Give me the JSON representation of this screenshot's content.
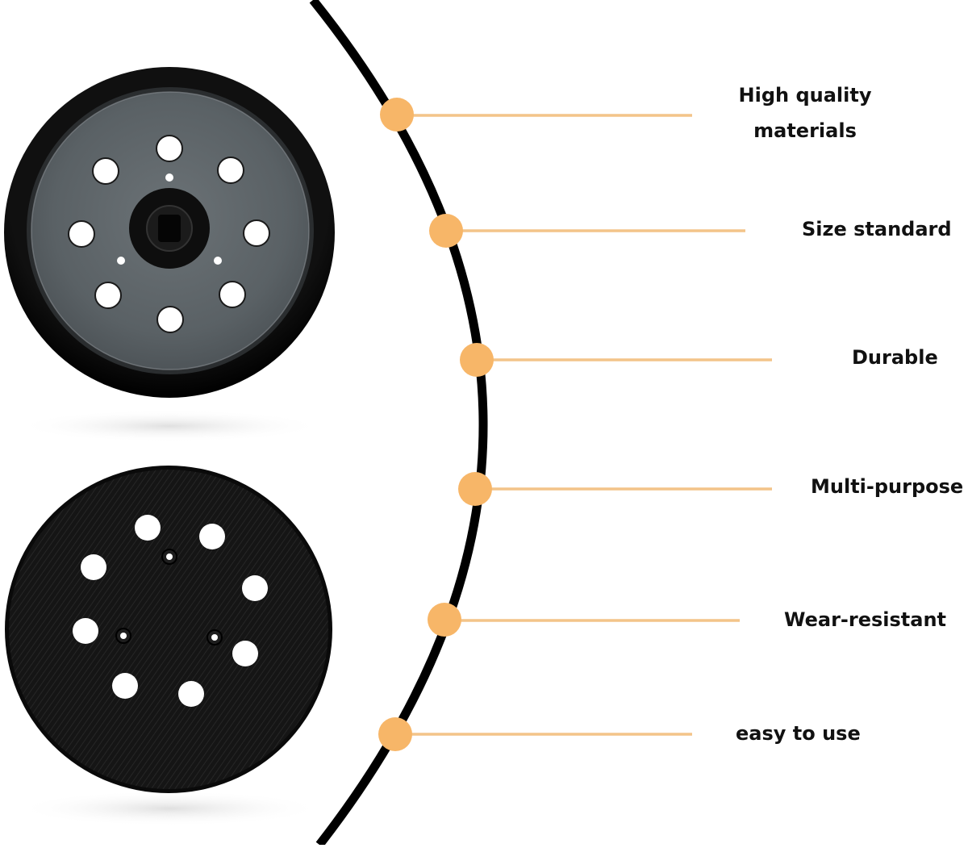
{
  "features": [
    {
      "lines": [
        "High quality",
        "materials"
      ]
    },
    {
      "lines": [
        "Size standard"
      ]
    },
    {
      "lines": [
        "Durable"
      ]
    },
    {
      "lines": [
        "Multi-purpose"
      ]
    },
    {
      "lines": [
        "Wear-resistant"
      ]
    },
    {
      "lines": [
        "easy to use"
      ]
    }
  ],
  "colors": {
    "accent_dot": "#F7B668",
    "connector_line": "#F3C489",
    "divider_curve": "#000000",
    "pad_body": "#0c0c0c",
    "pad_face": "#5d6468",
    "pad_hole": "#ffffff",
    "label_text": "#111111"
  },
  "images": {
    "top_pad": "sanding-pad-top-view",
    "bottom_pad": "sanding-pad-hook-and-loop-view"
  }
}
